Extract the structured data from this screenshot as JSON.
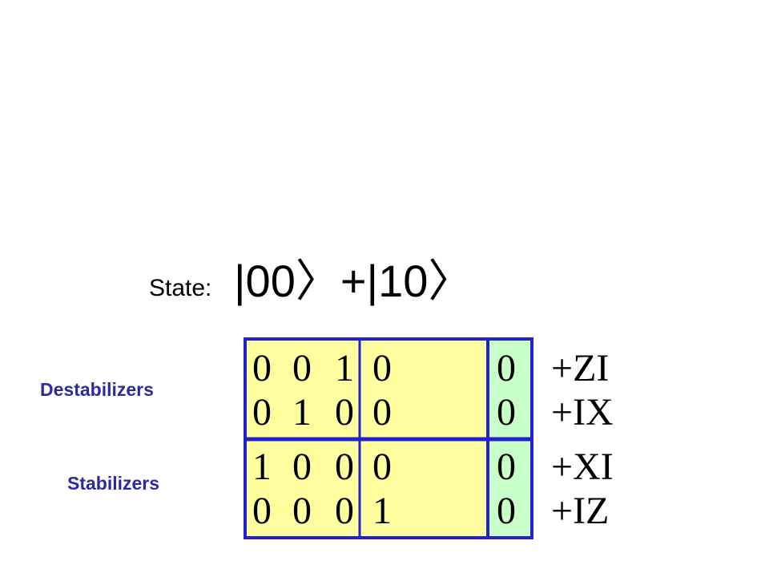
{
  "state": {
    "label": "State:",
    "ket": "|00〉+|10〉"
  },
  "sections": {
    "destabilizers": "Destabilizers",
    "stabilizers": "Stabilizers"
  },
  "tableau": {
    "rows": [
      {
        "x": [
          "0",
          "0"
        ],
        "z": [
          "1",
          "0"
        ],
        "r": "0",
        "pauli": "+ZI"
      },
      {
        "x": [
          "0",
          "1"
        ],
        "z": [
          "0",
          "0"
        ],
        "r": "0",
        "pauli": "+IX"
      },
      {
        "x": [
          "1",
          "0"
        ],
        "z": [
          "0",
          "0"
        ],
        "r": "0",
        "pauli": "+XI"
      },
      {
        "x": [
          "0",
          "0"
        ],
        "z": [
          "0",
          "1"
        ],
        "r": "0",
        "pauli": "+IZ"
      }
    ]
  },
  "colors": {
    "bit_block_fill": "#ffffa0",
    "phase_block_fill": "#c8ffc8",
    "border": "#2222cc",
    "section_label": "#2b2ba0"
  }
}
